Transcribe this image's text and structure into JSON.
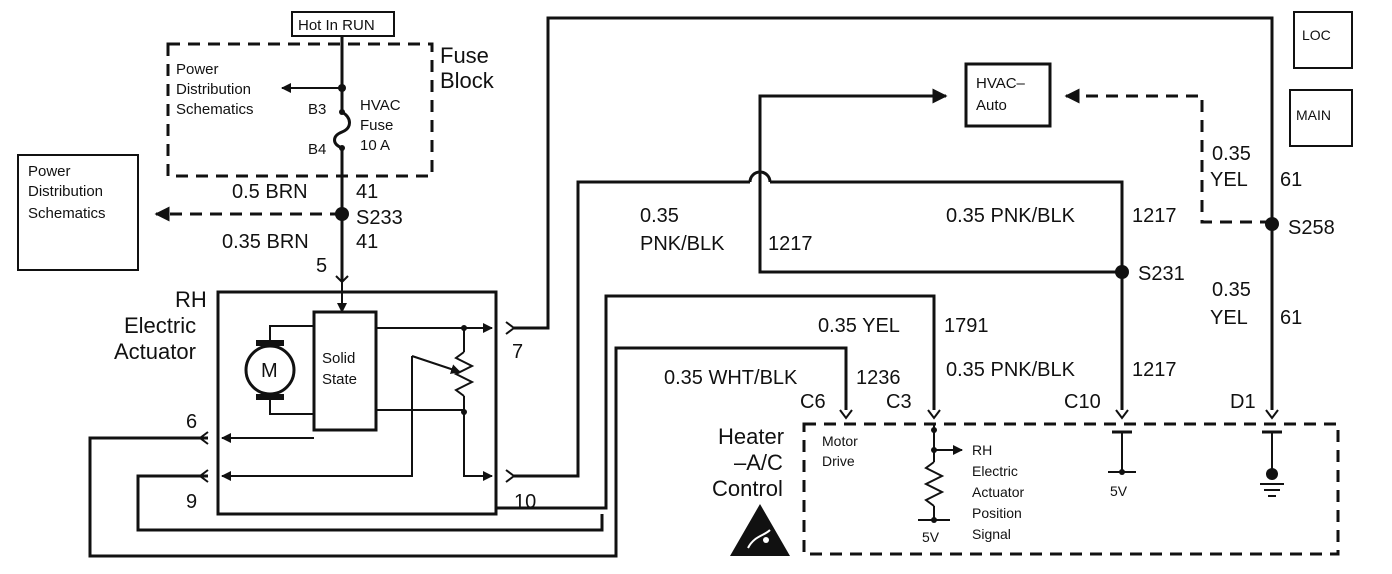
{
  "top": {
    "hot_in_run": "Hot In RUN",
    "fuse_block_1": "Fuse",
    "fuse_block_2": "Block",
    "pds_inner_1": "Power",
    "pds_inner_2": "Distribution",
    "pds_inner_3": "Schematics",
    "b3": "B3",
    "b4": "B4",
    "fuse_1": "HVAC",
    "fuse_2": "Fuse",
    "fuse_3": "10 A"
  },
  "left": {
    "pds_1": "Power",
    "pds_2": "Distribution",
    "pds_3": "Schematics",
    "w05brn": "0.5 BRN",
    "c41a": "41",
    "s233": "S233",
    "w035brn": "0.35 BRN",
    "c41b": "41",
    "pin5": "5"
  },
  "actuator": {
    "name_1": "RH",
    "name_2": "Electric",
    "name_3": "Actuator",
    "motor": "M",
    "ss_1": "Solid",
    "ss_2": "State",
    "pin6": "6",
    "pin9": "9",
    "pin7": "7",
    "pin10": "10"
  },
  "center": {
    "pnk_035": "0.35",
    "pnk_name": "PNK/BLK",
    "pnk_circuit": "1217",
    "hvac_1": "HVAC–",
    "hvac_2": "Auto",
    "pnk_top": "0.35 PNK/BLK",
    "pnk_top_c": "1217",
    "s231": "S231",
    "yel": "0.35 YEL",
    "yel_c": "1791",
    "wht": "0.35 WHT/BLK",
    "wht_c": "1236",
    "pnk_bot": "0.35 PNK/BLK",
    "pnk_bot_c": "1217",
    "c6": "C6",
    "c3": "C3",
    "c10": "C10",
    "d1": "D1"
  },
  "right": {
    "loc": "LOC",
    "main": "MAIN",
    "yel_a_1": "0.35",
    "yel_a_2": "YEL",
    "c61a": "61",
    "s258": "S258",
    "yel_b_1": "0.35",
    "yel_b_2": "YEL",
    "c61b": "61"
  },
  "control": {
    "name_1": "Heater",
    "name_2": "–A/C",
    "name_3": "Control",
    "motor_1": "Motor",
    "motor_2": "Drive",
    "rh_1": "RH",
    "rh_2": "Electric",
    "rh_3": "Actuator",
    "rh_4": "Position",
    "rh_5": "Signal",
    "v5a": "5V",
    "v5b": "5V"
  }
}
